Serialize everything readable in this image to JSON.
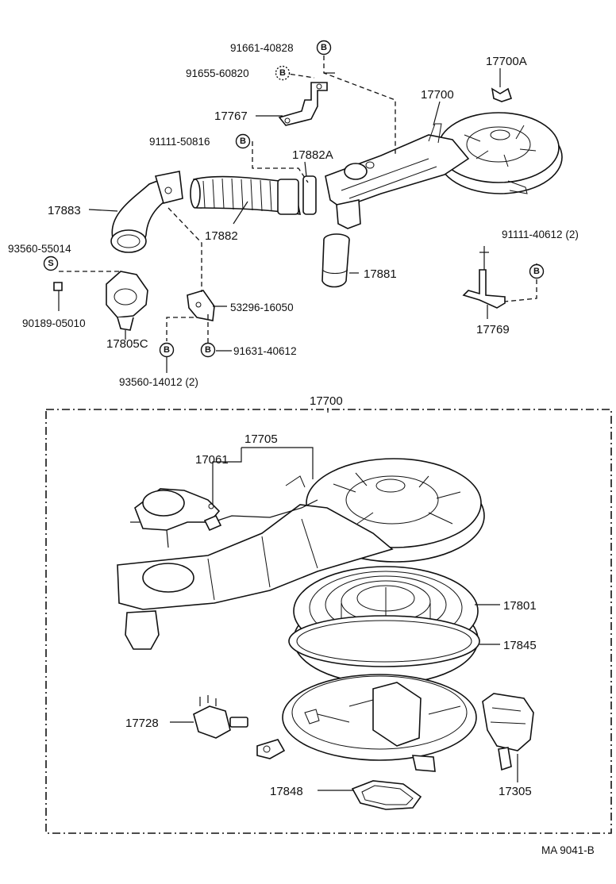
{
  "diagram": {
    "assembly_label": "17700",
    "footer_code": "MA 9041-B"
  },
  "labels": {
    "p91661": "91661-40828",
    "p91655": "91655-60820",
    "p17767": "17767",
    "p91111a": "91111-50816",
    "p17882A": "17882A",
    "p17700top": "17700",
    "p17700A": "17700A",
    "p17883": "17883",
    "p17882": "17882",
    "p93560a": "93560-55014",
    "p90189": "90189-05010",
    "p17805C": "17805C",
    "p53296": "53296-16050",
    "p91631": "91631-40612",
    "p93560b": "93560-14012 (2)",
    "p17881": "17881",
    "p91111b": "91111-40612 (2)",
    "p17769": "17769",
    "p17705": "17705",
    "p17061": "17061",
    "p17801": "17801",
    "p17845": "17845",
    "p17728": "17728",
    "p17848": "17848",
    "p17305": "17305"
  },
  "badges": {
    "b": "B",
    "s": "S"
  }
}
